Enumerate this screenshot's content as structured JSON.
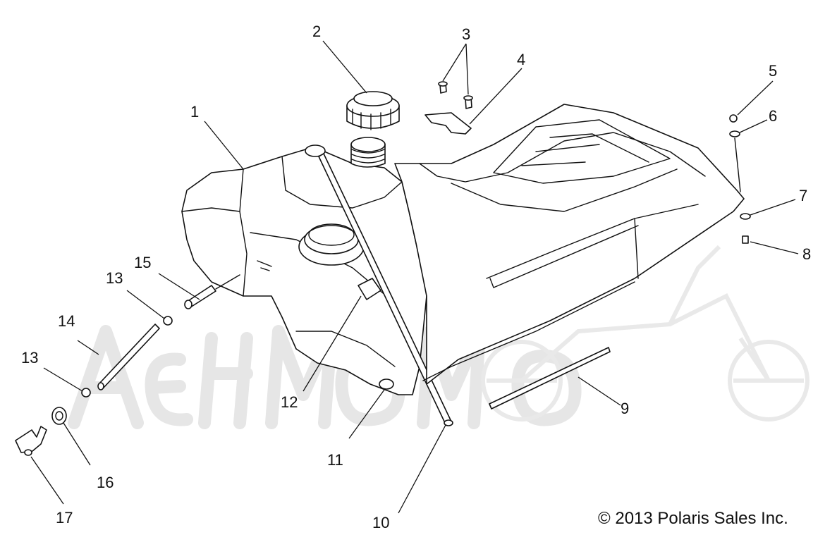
{
  "diagram": {
    "title": "",
    "copyright": "© 2013 Polaris Sales Inc.",
    "callouts": [
      {
        "id": "c1",
        "label": "1"
      },
      {
        "id": "c2",
        "label": "2"
      },
      {
        "id": "c3",
        "label": "3"
      },
      {
        "id": "c4",
        "label": "4"
      },
      {
        "id": "c5",
        "label": "5"
      },
      {
        "id": "c6",
        "label": "6"
      },
      {
        "id": "c7",
        "label": "7"
      },
      {
        "id": "c8",
        "label": "8"
      },
      {
        "id": "c9",
        "label": "9"
      },
      {
        "id": "c10",
        "label": "10"
      },
      {
        "id": "c11",
        "label": "11"
      },
      {
        "id": "c12",
        "label": "12"
      },
      {
        "id": "c13a",
        "label": "13"
      },
      {
        "id": "c13b",
        "label": "13"
      },
      {
        "id": "c14",
        "label": "14"
      },
      {
        "id": "c15",
        "label": "15"
      },
      {
        "id": "c16",
        "label": "16"
      },
      {
        "id": "c17",
        "label": "17"
      }
    ],
    "colors": {
      "line": "#111111",
      "watermark": "#e6e6e6",
      "background": "#ffffff"
    }
  }
}
